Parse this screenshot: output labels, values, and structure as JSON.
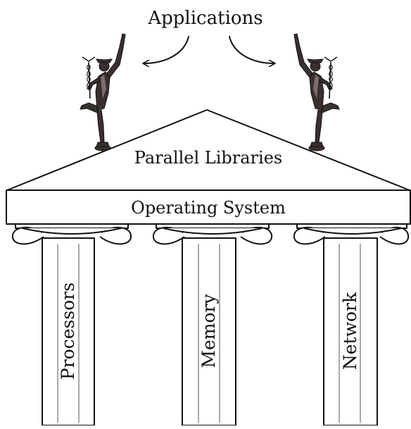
{
  "labels": {
    "applications": "Applications",
    "libraries": "Parallel Libraries",
    "os": "Operating System",
    "pillars": [
      "Processors",
      "Memory",
      "Network"
    ]
  },
  "icons": {
    "left_statue": "mercury-statue-icon",
    "right_statue": "mercury-statue-icon"
  },
  "colors": {
    "ink": "#111111",
    "statue": "#3a2f2f",
    "background": "#ffffff"
  }
}
